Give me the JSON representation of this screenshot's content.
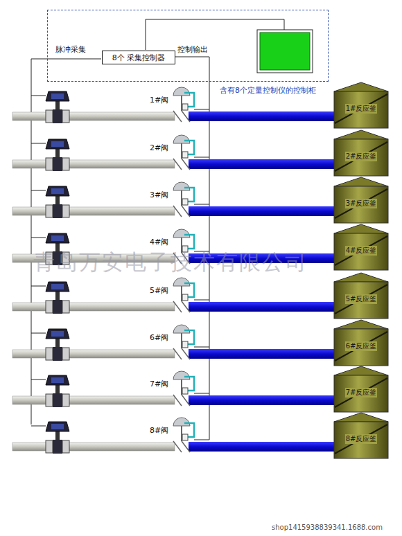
{
  "diagram": {
    "nodes": [
      {
        "text": [
          "含有8个定量控制仪的控制柜"
        ]
      },
      {
        "text": [
          "8个 采集控制器"
        ],
        "in": 0
      },
      {
        "text": [
          "1#反应釜"
        ]
      },
      {
        "text": [
          "2#反应釜"
        ]
      },
      {
        "text": [
          "3#反应釜"
        ]
      },
      {
        "text": [
          "4#反应釜"
        ]
      },
      {
        "text": [
          "5#反应釜"
        ]
      },
      {
        "text": [
          "6#反应釜"
        ]
      },
      {
        "text": [
          "7#反应釜"
        ]
      },
      {
        "text": [
          "8#反应釜"
        ]
      }
    ],
    "labels": [
      "脉冲采集",
      "控制输出",
      "1#阀",
      "2#阀",
      "3#阀",
      "4#阀",
      "5#阀",
      "6#阀",
      "7#阀",
      "8#阀",
      "青岛万安电子技术有限公司",
      "shop1415938839341.1688.com"
    ]
  }
}
